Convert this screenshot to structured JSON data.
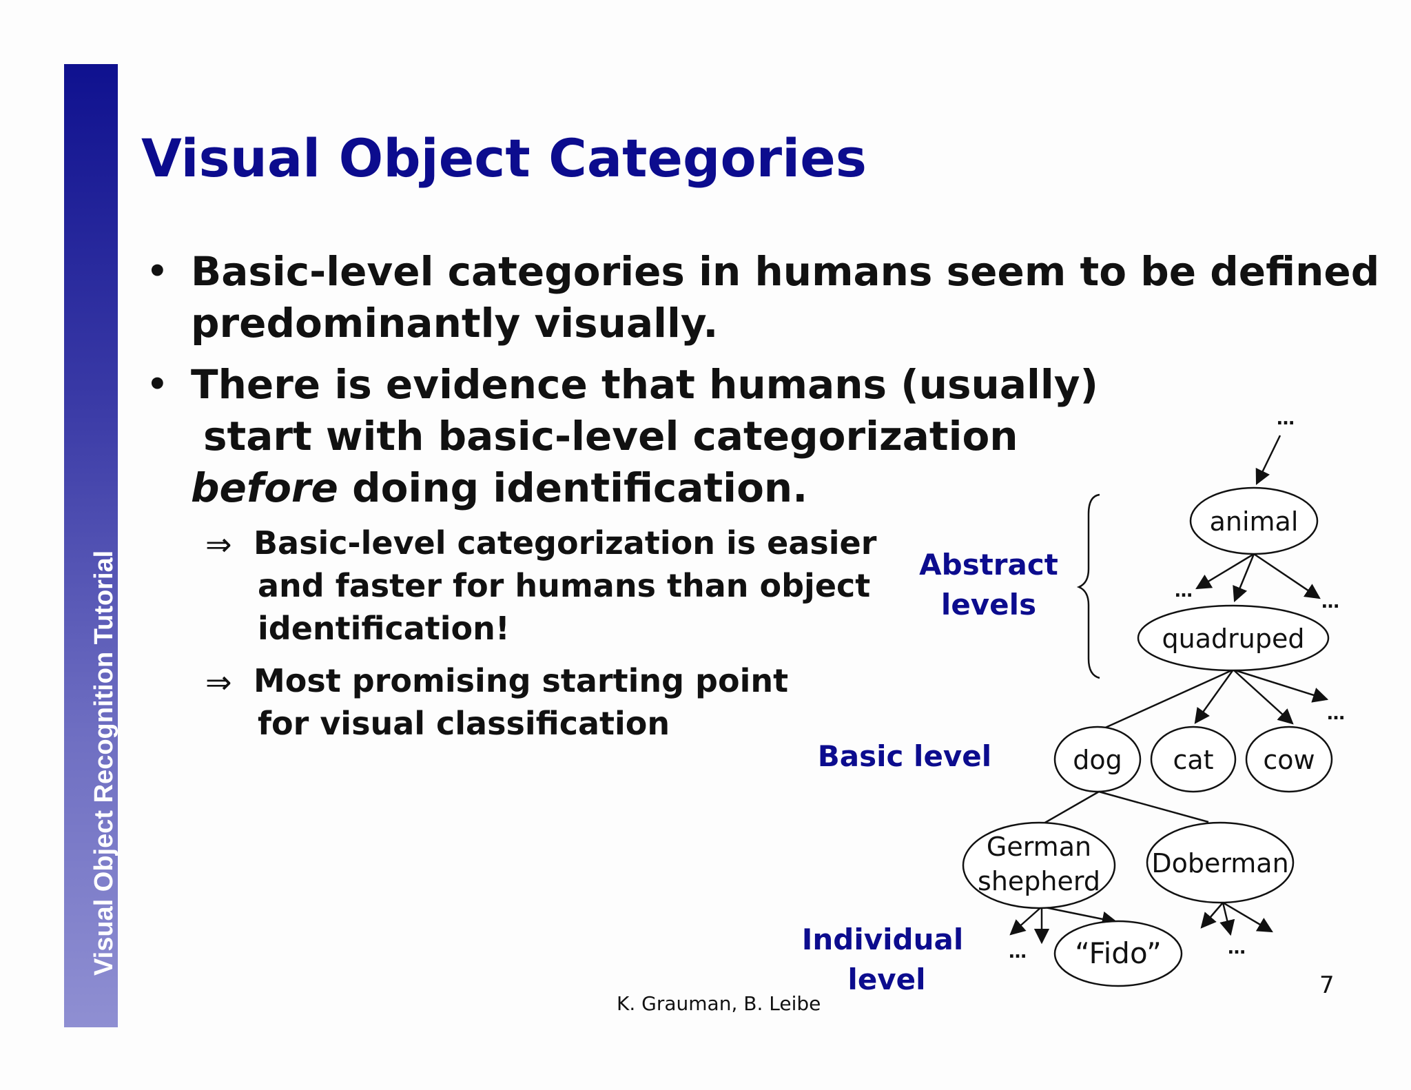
{
  "sidebar": {
    "label": "Visual Object Recognition Tutorial",
    "color_top": "#0f118f",
    "color_bottom": "#8f8fd2"
  },
  "slide": {
    "title": "Visual Object Categories",
    "bullets": [
      {
        "lines": [
          "Basic-level categories in humans seem to be defined",
          "predominantly visually."
        ]
      },
      {
        "lines": [
          "There is evidence that humans (usually)",
          "start with basic-level categorization"
        ],
        "last_line_emphasis": "before",
        "last_line_rest": " doing identification."
      }
    ],
    "sub_bullets": [
      {
        "arrow": "⇒",
        "lines": [
          "Basic-level categorization is easier",
          "and faster for humans than object",
          "identification!"
        ]
      },
      {
        "arrow": "⇒",
        "lines": [
          "Most promising starting point",
          "for visual classification"
        ]
      }
    ]
  },
  "diagram": {
    "levels": {
      "abstract": [
        "Abstract",
        "levels"
      ],
      "basic": "Basic level",
      "individual": [
        "Individual",
        "level"
      ]
    },
    "nodes": {
      "animal": "animal",
      "quadruped": "quadruped",
      "dog": "dog",
      "cat": "cat",
      "cow": "cow",
      "german_shepherd": [
        "German",
        "shepherd"
      ],
      "doberman": "Doberman",
      "fido": "“Fido”"
    },
    "ellipsis": "…"
  },
  "footer": {
    "credit": "K. Grauman, B. Leibe",
    "page_number": "7"
  },
  "colors": {
    "title": "#0c0c8e",
    "level_label": "#0c0c8e",
    "body_text": "#111111"
  }
}
